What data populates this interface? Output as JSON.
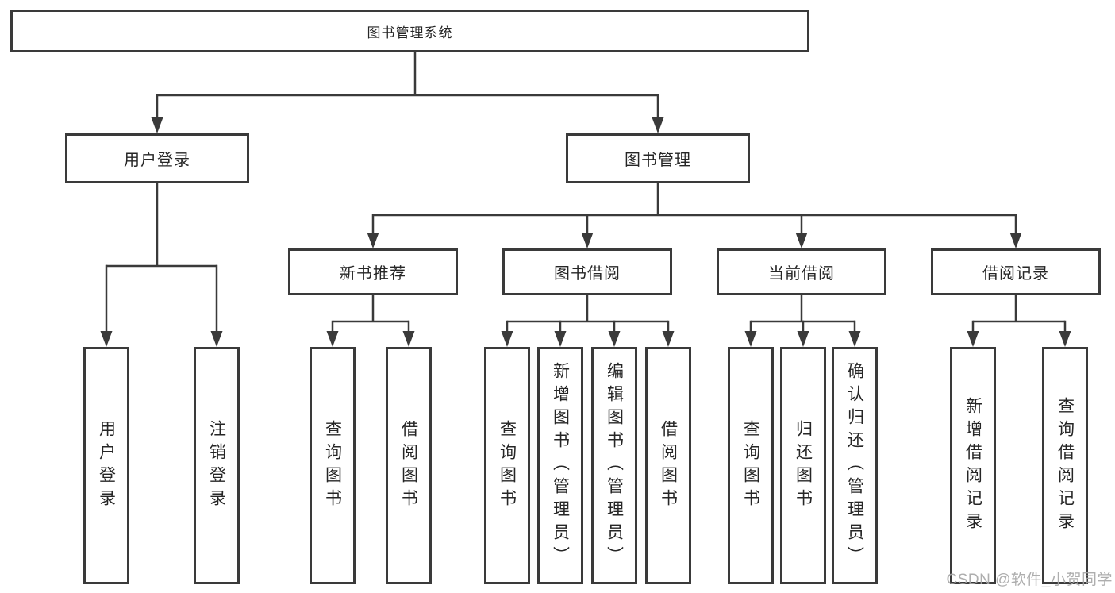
{
  "tree": {
    "root": {
      "label": "图书管理系统"
    },
    "login": {
      "label": "用户登录",
      "children": [
        {
          "label": "用户登录"
        },
        {
          "label": "注销登录"
        }
      ]
    },
    "mgmt": {
      "label": "图书管理",
      "children": [
        {
          "label": "新书推荐",
          "children": [
            {
              "label": "查询图书"
            },
            {
              "label": "借阅图书"
            }
          ]
        },
        {
          "label": "图书借阅",
          "children": [
            {
              "label": "查询图书"
            },
            {
              "label": "新增图书（管理员）"
            },
            {
              "label": "编辑图书（管理员）"
            },
            {
              "label": "借阅图书"
            }
          ]
        },
        {
          "label": "当前借阅",
          "children": [
            {
              "label": "查询图书"
            },
            {
              "label": "归还图书"
            },
            {
              "label": "确认归还（管理员）"
            }
          ]
        },
        {
          "label": "借阅记录",
          "children": [
            {
              "label": "新增借阅记录"
            },
            {
              "label": "查询借阅记录"
            }
          ]
        }
      ]
    }
  },
  "watermark": {
    "text": "CSDN @软件_小贺同学"
  },
  "colors": {
    "line": "#3a3a3a",
    "text": "#262626",
    "watermark": "#a6a6a6",
    "background": "#ffffff"
  }
}
